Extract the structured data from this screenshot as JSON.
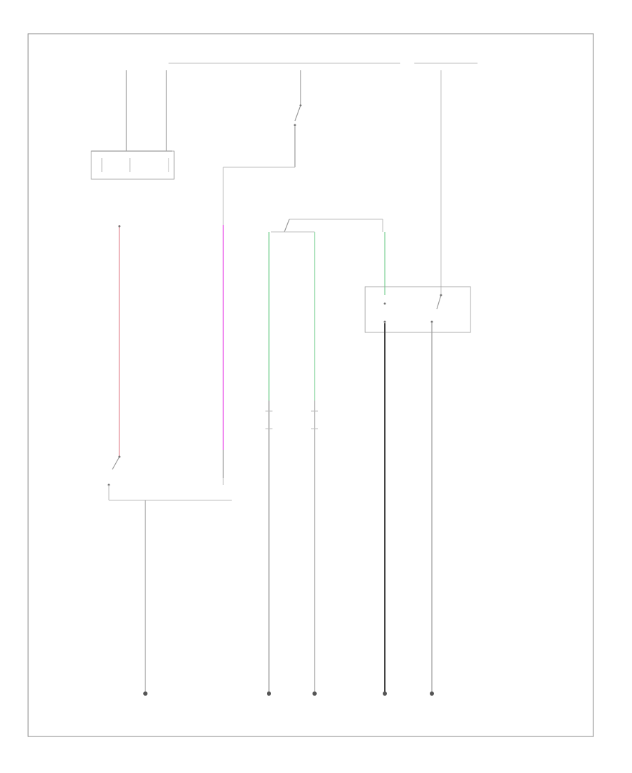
{
  "diagram": {
    "footer_code": "",
    "colors": {
      "frame": "#8a8a8a",
      "wire_gray": "#9a9a9a",
      "wire_light": "#bdbdbd",
      "wire_pink": "#e8a0a8",
      "wire_magenta": "#f08cf0",
      "wire_green": "#a8e0b8",
      "wire_dark": "#444444"
    },
    "grounds": [
      "ground-1",
      "ground-2",
      "ground-3",
      "ground-4",
      "ground-5"
    ]
  }
}
